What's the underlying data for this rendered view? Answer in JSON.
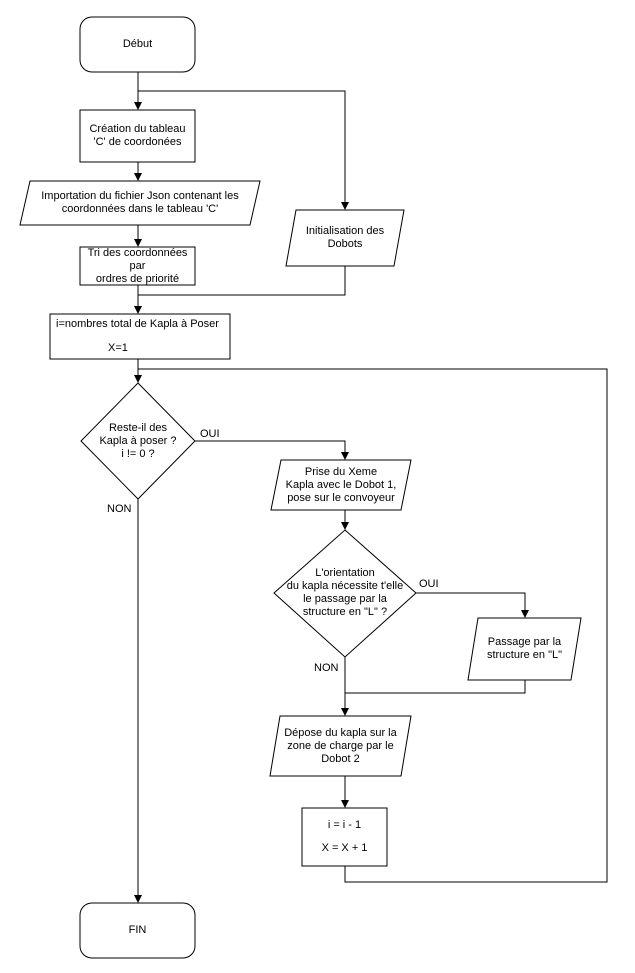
{
  "nodes": {
    "start": "Début",
    "create_table": [
      "Création du tableau",
      "'C' de coordonées"
    ],
    "import_json": [
      "Importation du fichier Json contenant les",
      "coordonnées dans le tableau 'C'"
    ],
    "sort_coords": [
      "Tri des coordonnées par",
      "ordres de priorité"
    ],
    "init_dobots": [
      "Initialisation des",
      "Dobots"
    ],
    "init_vars": [
      "i=nombres total de Kapla à Poser",
      "X=1"
    ],
    "decision_remaining": [
      "Reste-il des",
      "Kapla à poser ?",
      "i != 0 ?"
    ],
    "take_kapla": [
      "Prise du Xeme",
      "Kapla avec le Dobot 1,",
      "pose sur le convoyeur"
    ],
    "decision_orientation": [
      "L'orientation",
      "du kapla nécessite t'elle",
      "le passage par la",
      "structure en \"L\" ?"
    ],
    "pass_structure": [
      "Passage par la",
      "structure en \"L\""
    ],
    "deposit_kapla": [
      "Dépose du kapla sur la",
      "zone de charge par le",
      "Dobot 2"
    ],
    "update_vars": [
      "i = i - 1",
      "X = X + 1"
    ],
    "end": "FIN"
  },
  "edge_labels": {
    "yes_1": "OUI",
    "no_1": "NON",
    "yes_2": "OUI",
    "no_2": "NON"
  }
}
